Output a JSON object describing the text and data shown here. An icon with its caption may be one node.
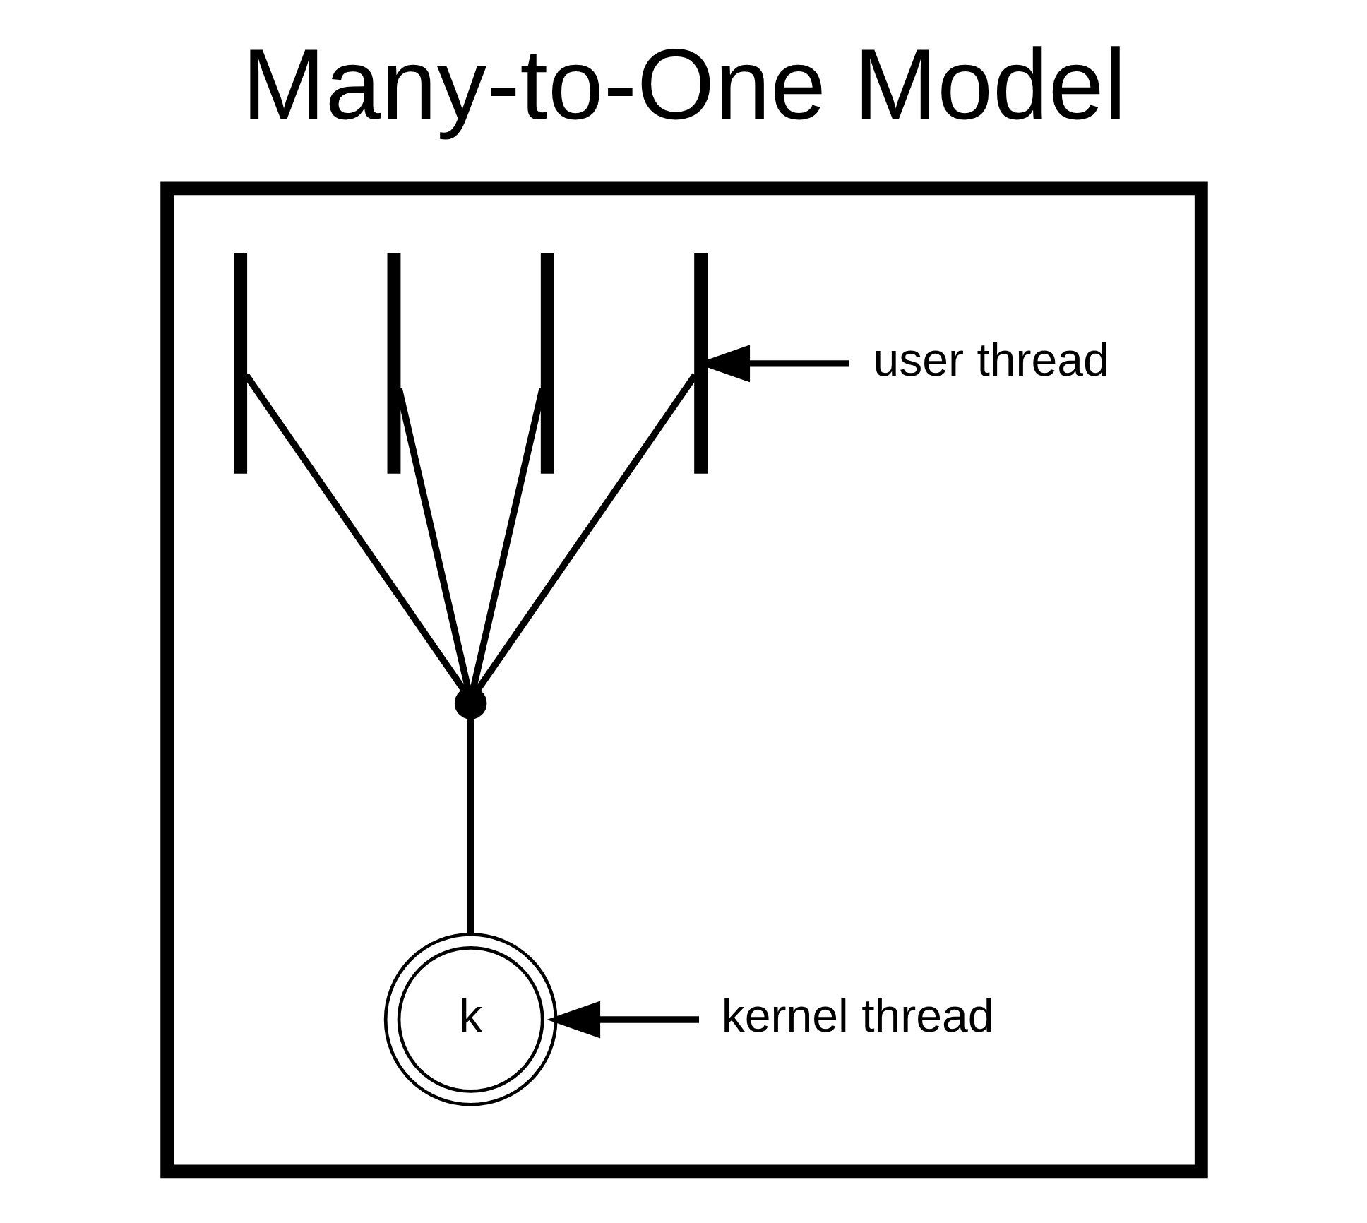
{
  "diagram": {
    "title": "Many-to-One Model",
    "nodes": [
      {
        "text": [],
        "shape": "box"
      },
      {
        "text": [],
        "shape": "squiggle",
        "in": 0
      },
      {
        "text": [],
        "shape": "squiggle",
        "in": 0
      },
      {
        "text": [],
        "shape": "squiggle",
        "in": 0
      },
      {
        "text": [],
        "shape": "squiggle",
        "in": 0
      },
      {
        "text": [],
        "shape": "dot",
        "in": 0
      },
      {
        "text": [
          "k"
        ],
        "in": 0
      },
      {
        "text": [
          "user thread"
        ],
        "in": 0
      },
      {
        "text": [
          "kernel thread"
        ],
        "in": 0
      }
    ],
    "edges": [
      {
        "from": 1,
        "to": 5,
        "arrow": "none"
      },
      {
        "from": 2,
        "to": 5,
        "arrow": "none"
      },
      {
        "from": 3,
        "to": 5,
        "arrow": "none"
      },
      {
        "from": 4,
        "to": 5,
        "arrow": "none"
      },
      {
        "from": 5,
        "to": 6,
        "arrow": "none"
      },
      {
        "from": 7,
        "to": 4,
        "arrow": "to"
      },
      {
        "from": 8,
        "to": 6,
        "arrow": "to"
      }
    ]
  }
}
